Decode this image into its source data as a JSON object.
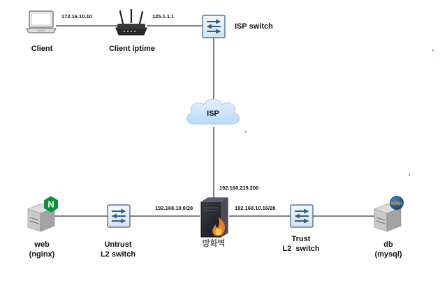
{
  "nodes": {
    "client": {
      "label": "Client"
    },
    "client_router": {
      "label": "Client iptime"
    },
    "isp_switch": {
      "label": "ISP switch"
    },
    "isp_cloud": {
      "label": "ISP"
    },
    "firewall": {
      "label": "방화벽"
    },
    "web": {
      "label_line1": "web",
      "label_line2": "(nginx)",
      "badge": "N"
    },
    "untrust_switch": {
      "label_line1": "Untrust",
      "label_line2": "L2 switch"
    },
    "trust_switch": {
      "label_line1": "Trust",
      "label_line2": "L2  switch"
    },
    "db": {
      "label_line1": "db",
      "label_line2": "(mysql)",
      "badge": "MySQL"
    }
  },
  "ip_labels": {
    "client_ip": "172.16.10.10",
    "wan_ip": "125.1.1.1",
    "firewall_outside": "192.168.219.200",
    "untrust_net": "192.168.10.0/28",
    "trust_net": "192.168.10.16/28"
  },
  "colors": {
    "link": "#000000",
    "switch_fill": "#e8eef5",
    "switch_stroke": "#2f5f8a",
    "cloud_fill": "#cfe6fb",
    "firewall_body": "#1e2127",
    "flame": "#f5791f",
    "nginx_green": "#009639",
    "mysql_blue": "#1d4e7a"
  }
}
